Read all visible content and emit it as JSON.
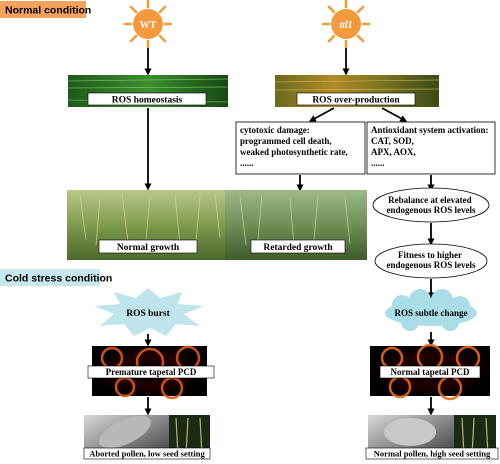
{
  "conditions": {
    "normal": "Normal condition",
    "cold": "Cold stress condition"
  },
  "genotypes": {
    "wt": "WT",
    "mutant": "ttl1"
  },
  "normal_branch": {
    "leaf_label": "ROS homeostasis",
    "plant_label": "Normal growth"
  },
  "mutant_branch": {
    "leaf_label": "ROS over-production",
    "damage_lines": [
      "cytotoxic damage:",
      "programmed cell death,",
      "weaked photosynthetic rate,",
      "......"
    ],
    "antioxidant_lines": [
      "Antioxidant system activation:",
      "CAT, SOD,",
      "APX, AOX,",
      "......"
    ],
    "plant_label": "Retarded growth",
    "rebalance_lines": [
      "Rebalance at elevated",
      "endogenous ROS levels"
    ],
    "fitness_lines": [
      "Fitness to higher",
      "endogenous ROS levels"
    ]
  },
  "cold_wt": {
    "burst": "ROS burst",
    "tapetal": "Premature tapetal PCD",
    "pollen": "Aborted pollen, low seed setting"
  },
  "cold_mutant": {
    "change": "ROS subtle change",
    "tapetal": "Normal tapetal PCD",
    "pollen": "Normal pollen, high seed setting"
  },
  "colors": {
    "condition_fill": "#f6a25c",
    "cold_fill": "#c6e8ee",
    "sun_fill": "#f39a3c",
    "burst_fill": "#bfe4ec",
    "cloud_fill": "#aadde8"
  }
}
